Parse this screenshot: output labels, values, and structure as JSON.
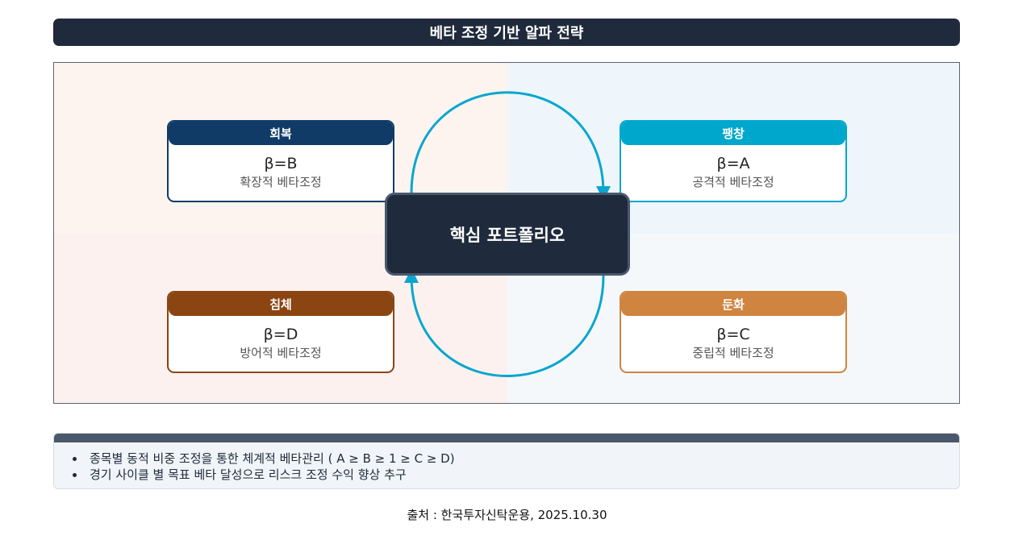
{
  "title": "베타 조정 기반 알파 전략",
  "core": {
    "label": "핵심 포트폴리오"
  },
  "cards": {
    "recovery": {
      "phase": "회복",
      "beta": "β=B",
      "desc": "확장적 베타조정",
      "color": "#0f3b66"
    },
    "expansion": {
      "phase": "팽창",
      "beta": "β=A",
      "desc": "공격적 베타조정",
      "color": "#00a7cc"
    },
    "recession": {
      "phase": "침체",
      "beta": "β=D",
      "desc": "방어적 베타조정",
      "color": "#8a4512"
    },
    "slowdown": {
      "phase": "둔화",
      "beta": "β=C",
      "desc": "중립적 베타조정",
      "color": "#cf843f"
    }
  },
  "cycle_arrow_color": "#0aa6cf",
  "notes": [
    "종목별 동적 비중 조정을 통한 체계적 베타관리 ( A ≥ B ≥ 1 ≥ C ≥ D)",
    "경기 사이클 별 목표 베타 달성으로 리스크 조정 수익 향상 추구"
  ],
  "source": "출처 : 한국투자신탁운용, 2025.10.30"
}
